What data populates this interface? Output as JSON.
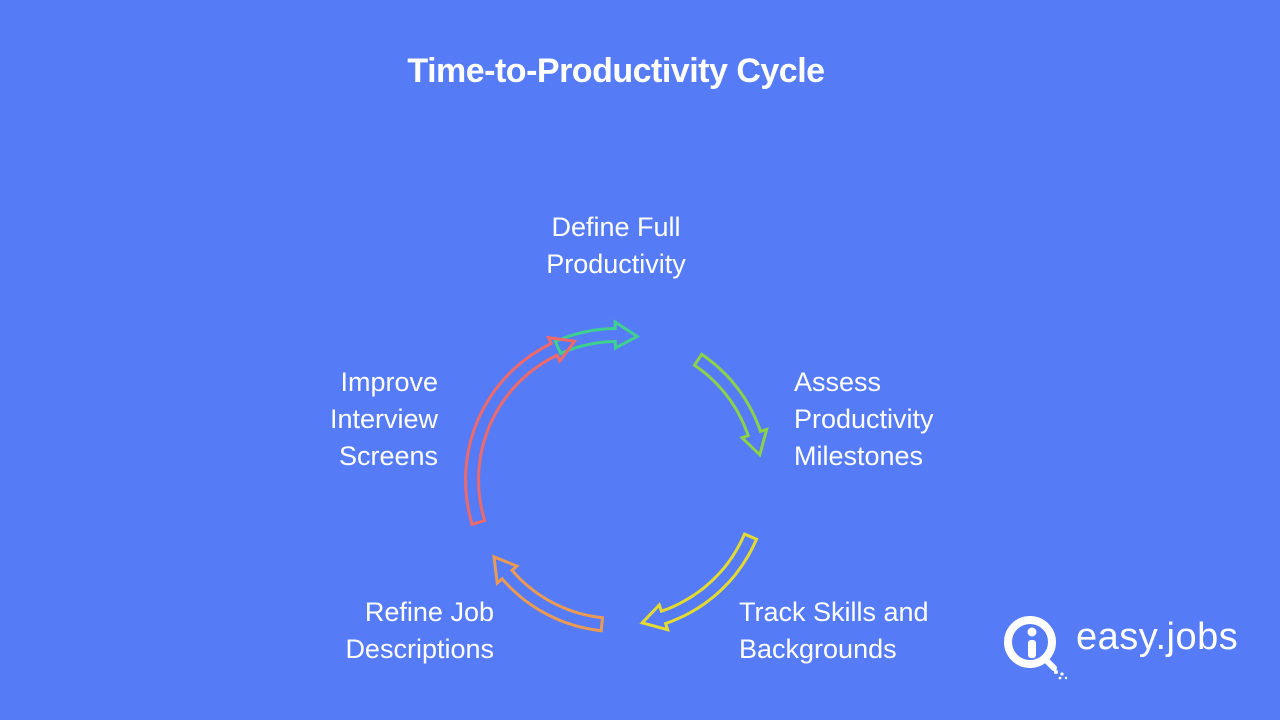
{
  "title": "Time-to-Productivity Cycle",
  "steps": [
    {
      "lines": "Define Full\nProductivity",
      "color": "#3FD08F"
    },
    {
      "lines": "Assess\nProductivity\nMilestones",
      "color": "#8BD14A"
    },
    {
      "lines": "Track Skills and\nBackgrounds",
      "color": "#E3DB2F"
    },
    {
      "lines": "Refine Job\nDescriptions",
      "color": "#EB9A54"
    },
    {
      "lines": "Improve\nInterview\nScreens",
      "color": "#EE6A6A"
    }
  ],
  "brand": {
    "name": "easy.jobs",
    "icon": "easyjobs-logo-icon"
  }
}
